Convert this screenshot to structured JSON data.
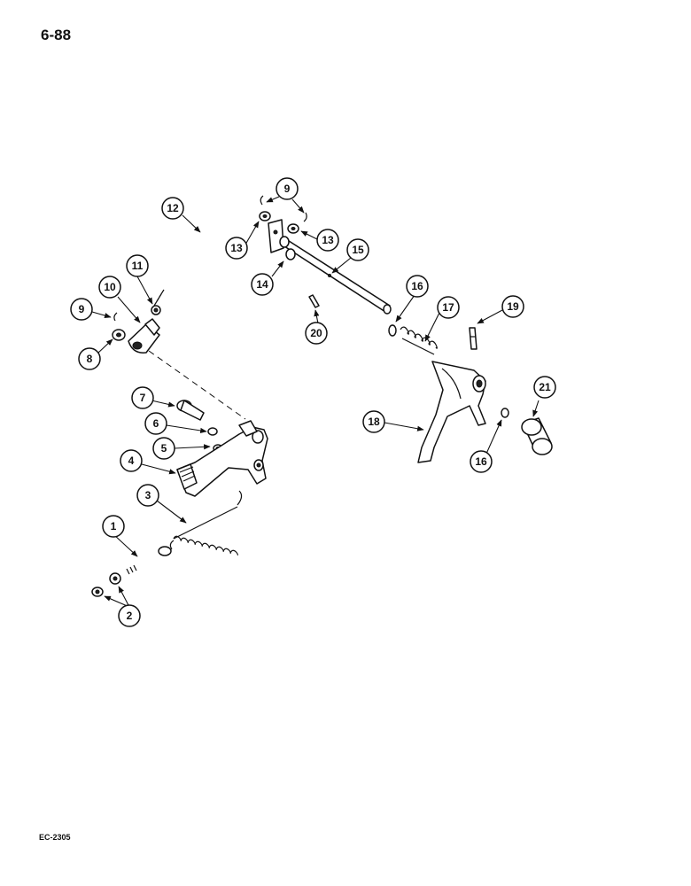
{
  "page_number": "6-88",
  "doc_code": "EC-2305",
  "callouts": {
    "c1": "1",
    "c2": "2",
    "c3": "3",
    "c4": "4",
    "c5": "5",
    "c6": "6",
    "c7": "7",
    "c8": "8",
    "c9a": "9",
    "c9b": "9",
    "c10": "10",
    "c11": "11",
    "c12": "12",
    "c13a": "13",
    "c13b": "13",
    "c14": "14",
    "c15": "15",
    "c16a": "16",
    "c16b": "16",
    "c17": "17",
    "c18": "18",
    "c19": "19",
    "c20": "20",
    "c21": "21"
  }
}
